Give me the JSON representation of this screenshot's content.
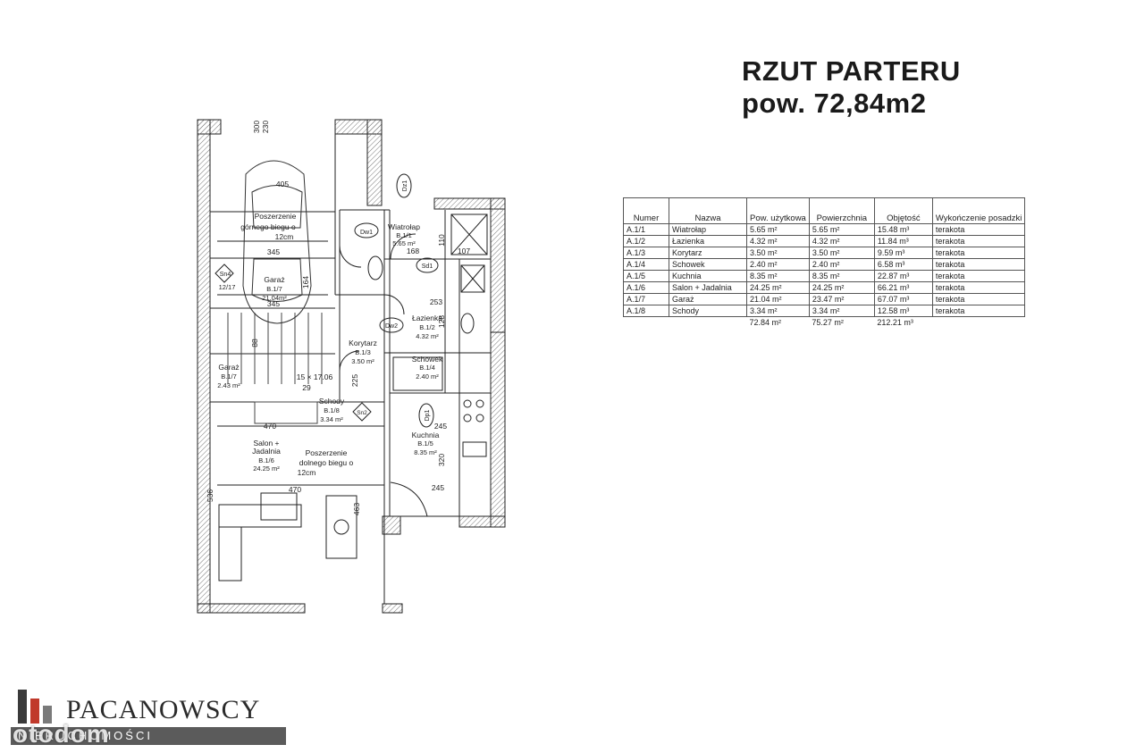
{
  "title": {
    "line1": "RZUT PARTERU",
    "line2": "pow. 72,84m2"
  },
  "plan": {
    "labels": {
      "garage_name": "Garaż",
      "garage_code": "B.1/7",
      "garage_area": "21.04m²",
      "wiatrolap_name": "Wiatrołap",
      "wiatrolap_code": "B.1/1",
      "wiatrolap_area": "5.65 m²",
      "lazienka_name": "Łazienka",
      "lazienka_code": "B.1/2",
      "lazienka_area": "4.32 m²",
      "korytarz_name": "Korytarz",
      "korytarz_code": "B.1/3",
      "korytarz_area": "3.50 m²",
      "schowek_name": "Schowek",
      "schowek_code": "B.1/4",
      "schowek_area": "2.40 m²",
      "kuchnia_name": "Kuchnia",
      "kuchnia_code": "B.1/5",
      "kuchnia_area": "8.35 m²",
      "salon_name1": "Salon +",
      "salon_name2": "Jadalnia",
      "salon_code": "B.1/6",
      "salon_area": "24.25 m²",
      "schody_name": "Schody",
      "schody_code": "B.1/8",
      "schody_area": "3.34 m²",
      "garage2_name": "Garaż",
      "garage2_code": "B.1/7",
      "garage2_area": "2.43 m²",
      "ext_upper1": "Poszerzenie",
      "ext_upper2": "górnego biegu o",
      "ext_upper3": "12cm",
      "ext_lower1": "Poszerzenie",
      "ext_lower2": "dolnego biegu o",
      "ext_lower3": "12cm",
      "stairs": "15 × 17.06",
      "stairs_29": "29",
      "sn4": "Sn4",
      "sn4_ratio": "12/17",
      "sn2": "Sn2",
      "dw1": "Dw1",
      "dw2": "Dw2",
      "dz1": "Dz1",
      "dp1": "Dp1",
      "sd1": "Sd1",
      "dim_300": "300",
      "dim_230": "230",
      "dim_405": "405",
      "dim_345a": "345",
      "dim_345b": "345",
      "dim_164": "164",
      "dim_470a": "470",
      "dim_470b": "470",
      "dim_536": "536",
      "dim_168": "168",
      "dim_253": "253",
      "dim_107": "107",
      "dim_245a": "245",
      "dim_245b": "245",
      "dim_320": "320",
      "dim_225": "225",
      "dim_110": "110",
      "dim_128": "128",
      "dim_88": "88",
      "dim_463": "463"
    }
  },
  "table": {
    "headers": [
      "Numer",
      "Nazwa",
      "Pow. użytkowa",
      "Powierzchnia",
      "Objętość",
      "Wykończenie posadzki"
    ],
    "rows": [
      {
        "numer": "A.1/1",
        "nazwa": "Wiatrołap",
        "pow": "5.65 m²",
        "powierzchnia": "5.65 m²",
        "objetosc": "15.48 m³",
        "wyk": "terakota"
      },
      {
        "numer": "A.1/2",
        "nazwa": "Łazienka",
        "pow": "4.32 m²",
        "powierzchnia": "4.32 m²",
        "objetosc": "11.84 m³",
        "wyk": "terakota"
      },
      {
        "numer": "A.1/3",
        "nazwa": "Korytarz",
        "pow": "3.50 m²",
        "powierzchnia": "3.50 m²",
        "objetosc": "9.59 m³",
        "wyk": "terakota"
      },
      {
        "numer": "A.1/4",
        "nazwa": "Schowek",
        "pow": "2.40 m²",
        "powierzchnia": "2.40 m²",
        "objetosc": "6.58 m³",
        "wyk": "terakota"
      },
      {
        "numer": "A.1/5",
        "nazwa": "Kuchnia",
        "pow": "8.35 m²",
        "powierzchnia": "8.35 m²",
        "objetosc": "22.87 m³",
        "wyk": "terakota"
      },
      {
        "numer": "A.1/6",
        "nazwa": "Salon + Jadalnia",
        "pow": "24.25 m²",
        "powierzchnia": "24.25 m²",
        "objetosc": "66.21 m³",
        "wyk": "terakota"
      },
      {
        "numer": "A.1/7",
        "nazwa": "Garaż",
        "pow": "21.04 m²",
        "powierzchnia": "23.47 m²",
        "objetosc": "67.07 m³",
        "wyk": "terakota"
      },
      {
        "numer": "A.1/8",
        "nazwa": "Schody",
        "pow": "3.34 m²",
        "powierzchnia": "3.34 m²",
        "objetosc": "12.58 m³",
        "wyk": "terakota"
      }
    ],
    "totals": {
      "pow": "72.84 m²",
      "powierzchnia": "75.27 m²",
      "objetosc": "212.21 m³"
    }
  },
  "logo": {
    "name": "PACANOWSCY",
    "sub": "NIERUCHOMOŚCI",
    "watermark": "otodom"
  }
}
